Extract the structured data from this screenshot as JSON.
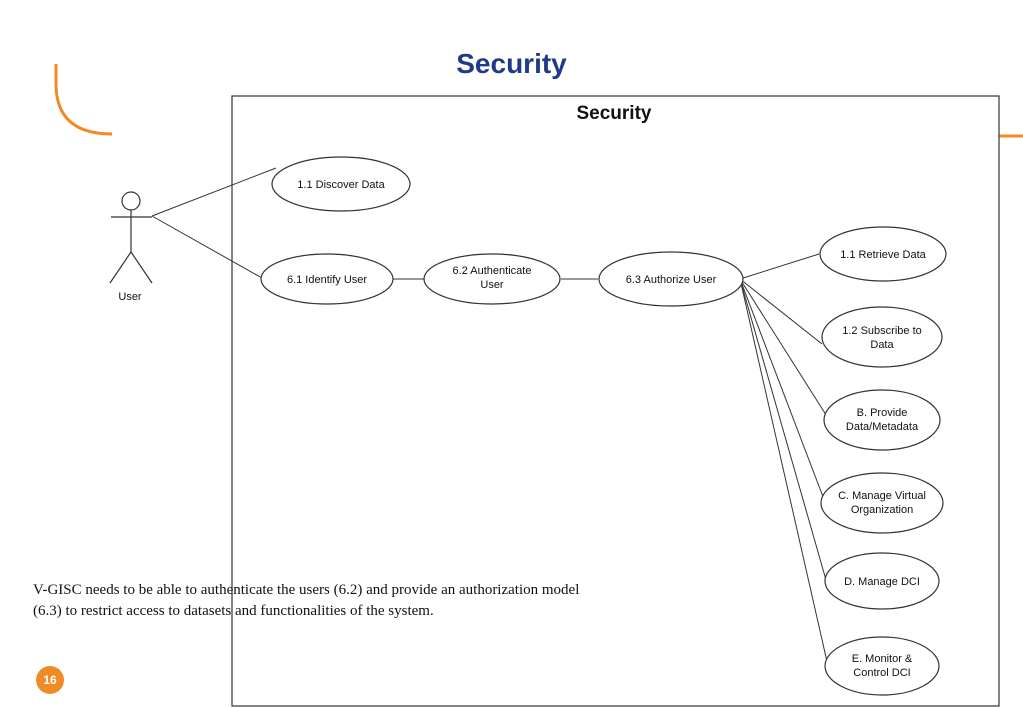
{
  "slide": {
    "title": "Security",
    "page_number": "16",
    "caption_lines": [
      "V-GISC needs to be able to authenticate the users (6.2) and provide an authorization model",
      "(6.3) to restrict access to datasets and functionalities of the system."
    ],
    "accent_color": "#f08a24",
    "title_color": "#1f3a8a"
  },
  "diagram": {
    "title": "Security",
    "actor": {
      "label": "User"
    },
    "use_cases": {
      "discover_data": [
        "1.1 Discover Data"
      ],
      "identify_user": [
        "6.1 Identify User"
      ],
      "authenticate_user": [
        "6.2 Authenticate",
        "User"
      ],
      "authorize_user": [
        "6.3 Authorize User"
      ],
      "retrieve_data": [
        "1.1 Retrieve Data"
      ],
      "subscribe_data": [
        "1.2 Subscribe to",
        "Data"
      ],
      "provide_metadata": [
        "B. Provide",
        "Data/Metadata"
      ],
      "manage_vo": [
        "C. Manage Virtual",
        "Organization"
      ],
      "manage_dci": [
        "D. Manage DCI"
      ],
      "monitor_dci": [
        "E. Monitor &",
        "Control DCI"
      ]
    }
  }
}
